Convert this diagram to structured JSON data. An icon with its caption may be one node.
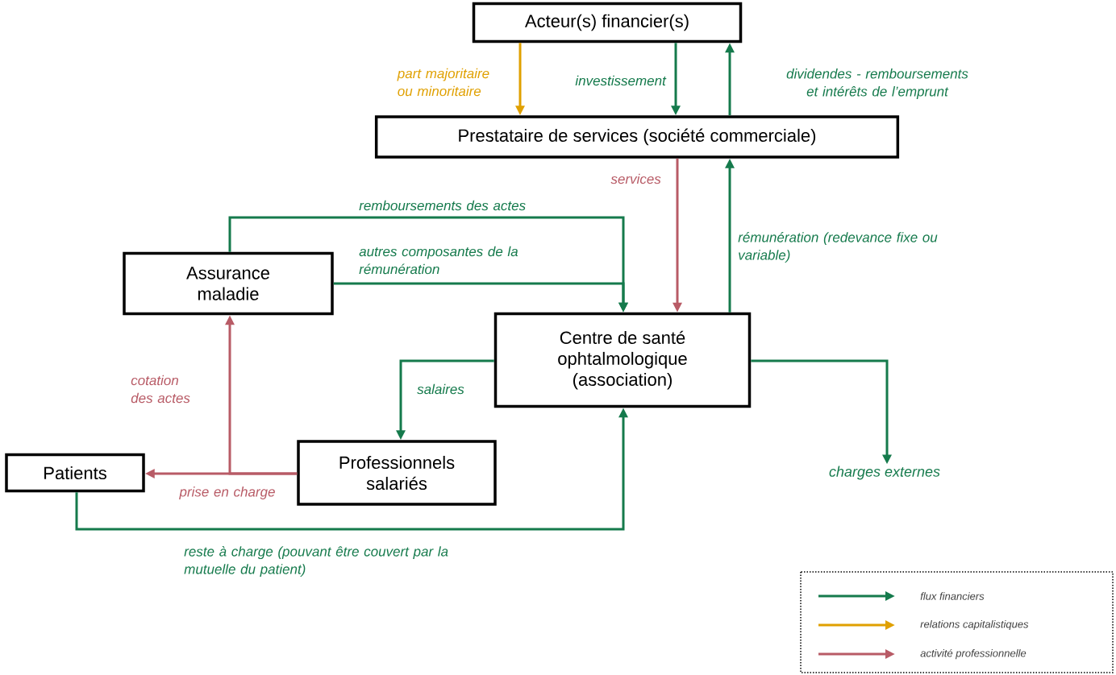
{
  "diagram": {
    "nodes": [
      {
        "text": [
          "Acteur(s) financier(s)"
        ]
      },
      {
        "text": [
          "Prestataire de services (société commerciale)"
        ]
      },
      {
        "text": [
          "Assurance maladie"
        ]
      },
      {
        "text": [
          "Centre de santé ophtalmologique (association)"
        ]
      },
      {
        "text": [
          "Patients"
        ]
      },
      {
        "text": [
          "Professionnels salariés"
        ]
      },
      {
        "text": [
          "charges externes"
        ]
      }
    ],
    "edges": [
      {
        "from": 0,
        "to": 1,
        "arrow": "to",
        "label": "part majoritaire ou minoritaire",
        "color": "#e0a000"
      },
      {
        "from": 0,
        "to": 1,
        "arrow": "to",
        "label": "investissement"
      },
      {
        "from": 1,
        "to": 0,
        "arrow": "to",
        "label": "dividendes - remboursements et intérêts de l’emprunt"
      },
      {
        "from": 1,
        "to": 3,
        "arrow": "to",
        "label": "services",
        "color": "#b85b66"
      },
      {
        "from": 3,
        "to": 1,
        "arrow": "to",
        "label": "rémunération (redevance fixe ou variable)"
      },
      {
        "from": 2,
        "to": 3,
        "arrow": "to",
        "label": "remboursements des actes"
      },
      {
        "from": 2,
        "to": 3,
        "arrow": "to",
        "label": "autres composantes de la rémunération"
      },
      {
        "from": 3,
        "to": 5,
        "arrow": "to",
        "label": "salaires"
      },
      {
        "from": 5,
        "to": 4,
        "arrow": "to",
        "label": "prise en charge",
        "color": "#b85b66"
      },
      {
        "from": 5,
        "to": 2,
        "arrow": "to",
        "label": "cotation des actes",
        "color": "#b85b66"
      },
      {
        "from": 4,
        "to": 3,
        "arrow": "to",
        "label": "reste à charge (pouvant être couvert par la mutuelle du patient)"
      },
      {
        "from": 3,
        "to": 6,
        "arrow": "to"
      }
    ],
    "legend": [
      {
        "text": "flux financiers",
        "color": "#157a4c"
      },
      {
        "text": "relations capitalistiques",
        "color": "#e0a000"
      },
      {
        "text": "activité professionnelle",
        "color": "#b85b66"
      }
    ]
  }
}
